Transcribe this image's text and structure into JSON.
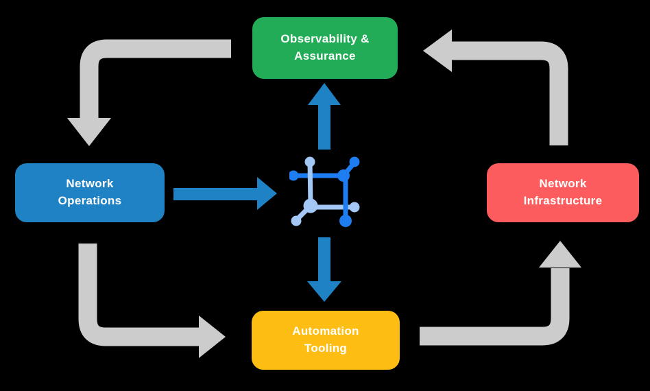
{
  "diagram": {
    "nodes": {
      "observability": {
        "label": "Observability &\nAssurance",
        "color": "#22AC57"
      },
      "operations": {
        "label": "Network\nOperations",
        "color": "#1F82C4"
      },
      "infrastructure": {
        "label": "Network\nInfrastructure",
        "color": "#FD5C5E"
      },
      "automation": {
        "label": "Automation\nTooling",
        "color": "#FDBD13"
      }
    },
    "colors": {
      "background": "#000000",
      "cycle_arrow": "#CCCCCC",
      "flow_arrow": "#1F82C4",
      "icon_dark": "#1E7DF0",
      "icon_light": "#A3C8F5"
    }
  }
}
